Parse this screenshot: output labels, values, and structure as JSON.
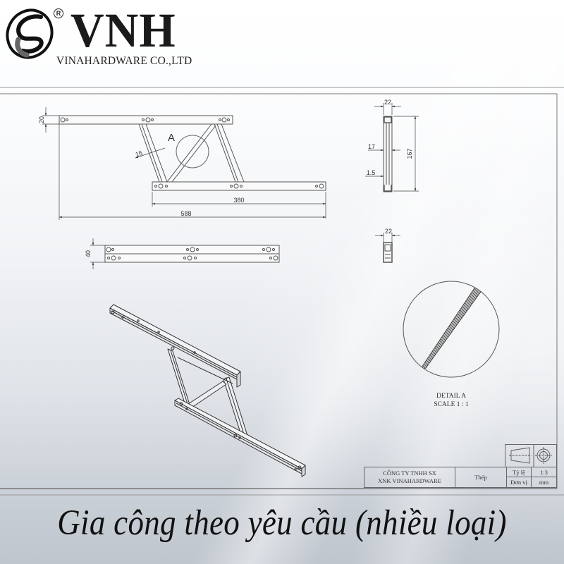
{
  "header": {
    "brand": "VNH",
    "registered_mark": "R",
    "company_tagline": "VINAHARDWARE CO.,LTD",
    "logo_icon": "vnh-swirl-logo-icon"
  },
  "drawing": {
    "front_view": {
      "dimensions": {
        "height": "20",
        "bar_width": "15",
        "lower_length": "380",
        "overall_length": "588"
      },
      "detail_callout": "A"
    },
    "side_view": {
      "dimensions": {
        "width": "22",
        "inner": "17",
        "thickness": "1.5",
        "height": "167"
      }
    },
    "folded_view": {
      "dimensions": {
        "height": "40"
      }
    },
    "end_view": {
      "dimensions": {
        "width": "22"
      }
    },
    "detail": {
      "title": "DETAIL A",
      "scale": "SCALE 1 : 1"
    },
    "title_block": {
      "company_line1": "CÔNG TY TNHH SX",
      "company_line2": "XNK VINAHARDWARE",
      "material": "Thép",
      "scale_label": "Tỷ lệ",
      "scale_value": "1:3",
      "unit_label": "Đơn vị",
      "unit_value": "mm",
      "projection_icon": "first-angle-projection-icon"
    }
  },
  "caption": "Gia công theo yêu cầu (nhiều loại)",
  "colors": {
    "ink": "#1a1a1a",
    "line": "#555555",
    "background_top": "#ffffff",
    "background_bottom": "#c0c6ce"
  }
}
